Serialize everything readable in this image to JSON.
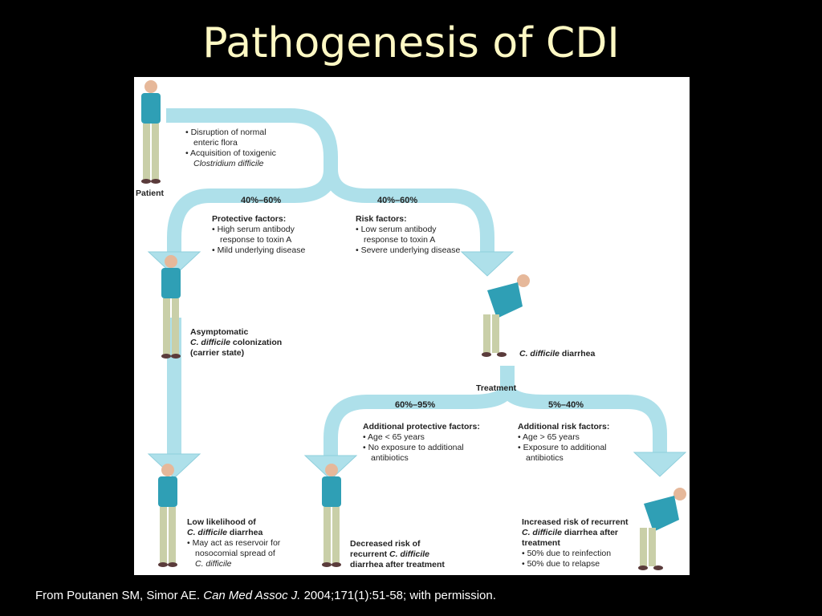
{
  "slide": {
    "title": "Pathogenesis of CDI",
    "citation": {
      "part1": "From Poutanen SM, Simor AE. ",
      "journal": "Can Med Assoc J.",
      "part2": " 2004;171(1):51-58; with permission."
    }
  },
  "figure": {
    "patient_label": "Patient",
    "initial": {
      "item1_line1": "• Disruption of normal",
      "item1_line2": "enteric flora",
      "item2_line1": "• Acquisition of toxigenic",
      "item2_line2": "Clostridium difficile"
    },
    "split1": {
      "left_pct": "40%–60%",
      "right_pct": "40%–60%"
    },
    "protective": {
      "heading": "Protective factors:",
      "l1": "• High serum antibody",
      "l2": "response to toxin A",
      "l3": "• Mild underlying disease"
    },
    "risk": {
      "heading": "Risk factors:",
      "l1": "• Low serum antibody",
      "l2": "response to toxin A",
      "l3": "• Severe underlying disease"
    },
    "asymptomatic": {
      "l1": "Asymptomatic",
      "l2_italic": "C. difficile",
      "l2_rest": " colonization",
      "l3": "(carrier state)"
    },
    "diarrhea": {
      "italic": "C. difficile",
      "rest": " diarrhea"
    },
    "treatment_label": "Treatment",
    "split2": {
      "left_pct": "60%–95%",
      "right_pct": "5%–40%"
    },
    "add_protective": {
      "heading": "Additional protective factors:",
      "l1": "• Age < 65 years",
      "l2": "• No exposure to additional",
      "l3": "antibiotics"
    },
    "add_risk": {
      "heading": "Additional risk factors:",
      "l1": "• Age > 65 years",
      "l2": "• Exposure to additional",
      "l3": "antibiotics"
    },
    "low_likelihood": {
      "l1": "Low likelihood of",
      "l2_italic": "C. difficile",
      "l2_rest": " diarrhea",
      "l3": "• May act as reservoir for",
      "l4": "nosocomial spread of",
      "l5": "C. difficile"
    },
    "decreased": {
      "l1": "Decreased risk of",
      "l2_pre": "recurrent ",
      "l2_italic": "C. difficile",
      "l3": "diarrhea after treatment"
    },
    "increased": {
      "l1": "Increased risk of recurrent",
      "l2_italic": "C. difficile",
      "l2_rest": " diarrhea after",
      "l3": "treatment",
      "l4": "• 50% due to reinfection",
      "l5": "• 50% due to relapse"
    }
  }
}
